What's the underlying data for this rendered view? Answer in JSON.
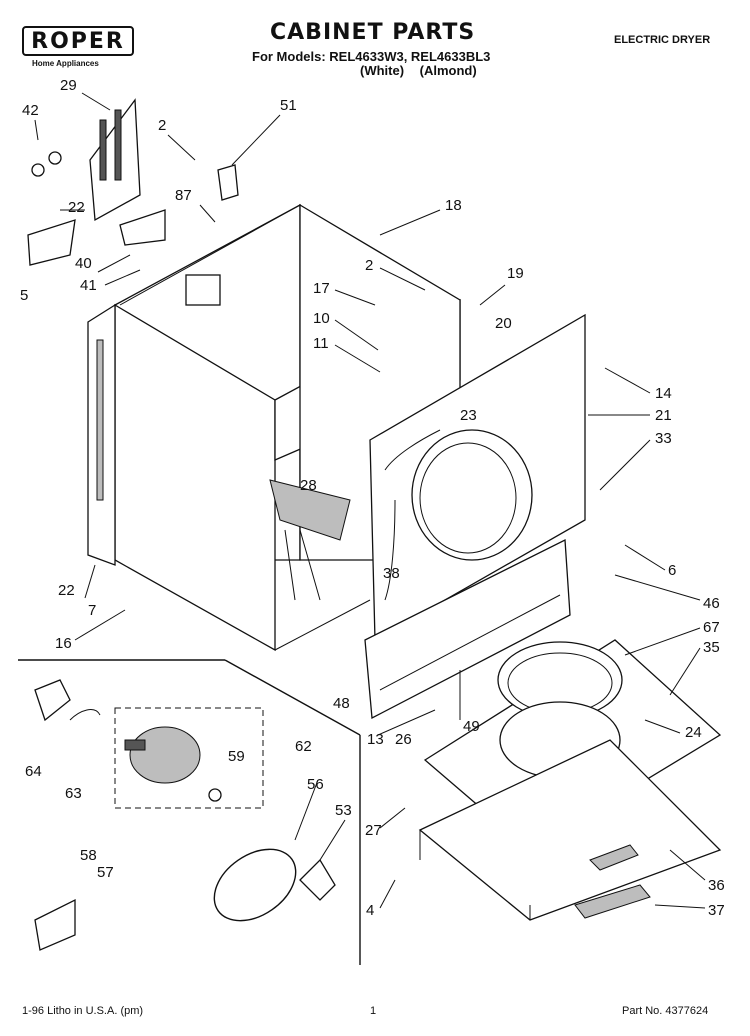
{
  "header": {
    "brand": "ROPER",
    "brand_tagline": "Home Appliances",
    "title": "CABINET PARTS",
    "models": "For Models: REL4633W3, REL4633BL3",
    "model_variants": "(White) (Almond)",
    "product_type": "ELECTRIC DRYER"
  },
  "callouts": [
    "29",
    "42",
    "2",
    "51",
    "22",
    "87",
    "40",
    "41",
    "5",
    "18",
    "2",
    "19",
    "17",
    "10",
    "11",
    "20",
    "14",
    "21",
    "23",
    "33",
    "28",
    "22",
    "7",
    "16",
    "38",
    "6",
    "46",
    "67",
    "35",
    "48",
    "13",
    "26",
    "49",
    "24",
    "64",
    "63",
    "59",
    "62",
    "56",
    "53",
    "27",
    "36",
    "58",
    "57",
    "4",
    "37"
  ],
  "footer": {
    "left": "1-96 Litho in U.S.A. (pm)",
    "page": "1",
    "part_number": "Part No. 4377624"
  }
}
